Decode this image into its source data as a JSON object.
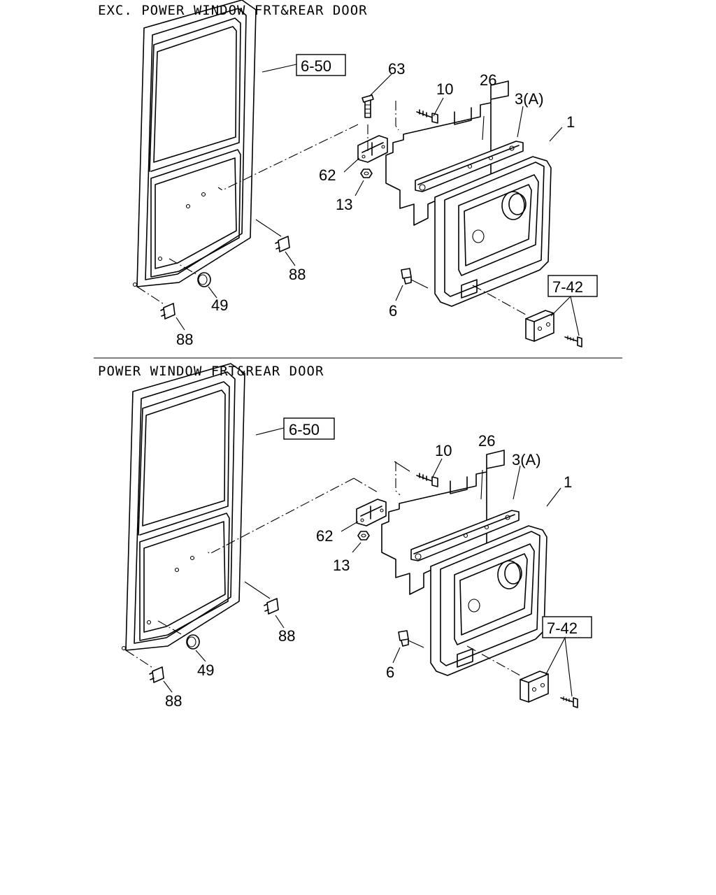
{
  "sections": [
    {
      "title": "EXC. POWER WINDOW FRT&REAR DOOR",
      "refs": {
        "door": "6-50",
        "switch": "7-42"
      },
      "callouts": [
        "63",
        "10",
        "26",
        "3(A)",
        "1",
        "62",
        "13",
        "88",
        "49",
        "6",
        "88"
      ]
    },
    {
      "title": "POWER WINDOW FRT&REAR DOOR",
      "refs": {
        "door": "6-50",
        "switch": "7-42"
      },
      "callouts": [
        "10",
        "26",
        "3(A)",
        "1",
        "62",
        "13",
        "88",
        "49",
        "6",
        "88"
      ]
    }
  ]
}
